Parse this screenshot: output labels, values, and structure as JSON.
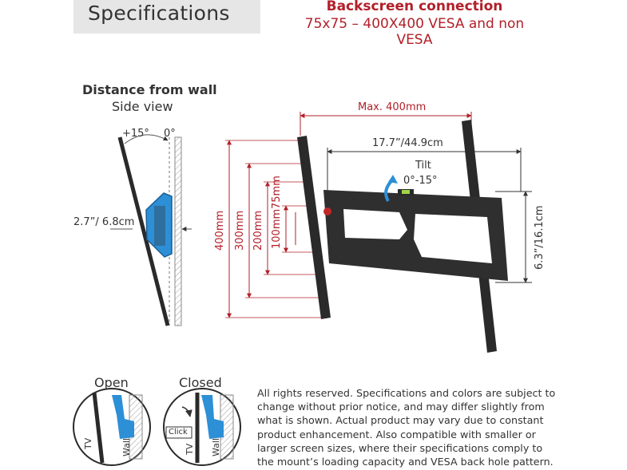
{
  "header": {
    "title": "Specifications",
    "connection_title": "Backscreen connection",
    "connection_subtitle": "75x75 – 400X400 VESA and non VESA"
  },
  "side_view": {
    "title": "Distance from wall",
    "subtitle": "Side view",
    "angle_tilt": "+15°",
    "angle_zero": "0°",
    "distance": "2.7”/ 6.8cm"
  },
  "front_view": {
    "max_width": "Max. 400mm",
    "width": "17.7”/44.9cm",
    "tilt_label": "Tilt",
    "tilt_range": "0°-15°",
    "height": "6.3”/16.1cm",
    "vesa_heights": [
      "400mm",
      "300mm",
      "200mm",
      "100mm",
      "75mm"
    ]
  },
  "lock": {
    "open_label": "Open",
    "closed_label": "Closed",
    "tv_label": "TV",
    "wall_label": "Wall",
    "click_label": "Click"
  },
  "disclaimer": "All rights reserved. Specifications and colors are subject to change without prior notice, and may differ slightly from what is shown. Actual product may vary due to constant product enhancement. Also compatible with smaller or larger screen sizes, where their specifications comply to the mount’s loading capacity and VESA back hole pattern.",
  "colors": {
    "accent_red": "#b2202a",
    "bracket_blue": "#2d8fd6",
    "metal": "#2a2a2a"
  }
}
